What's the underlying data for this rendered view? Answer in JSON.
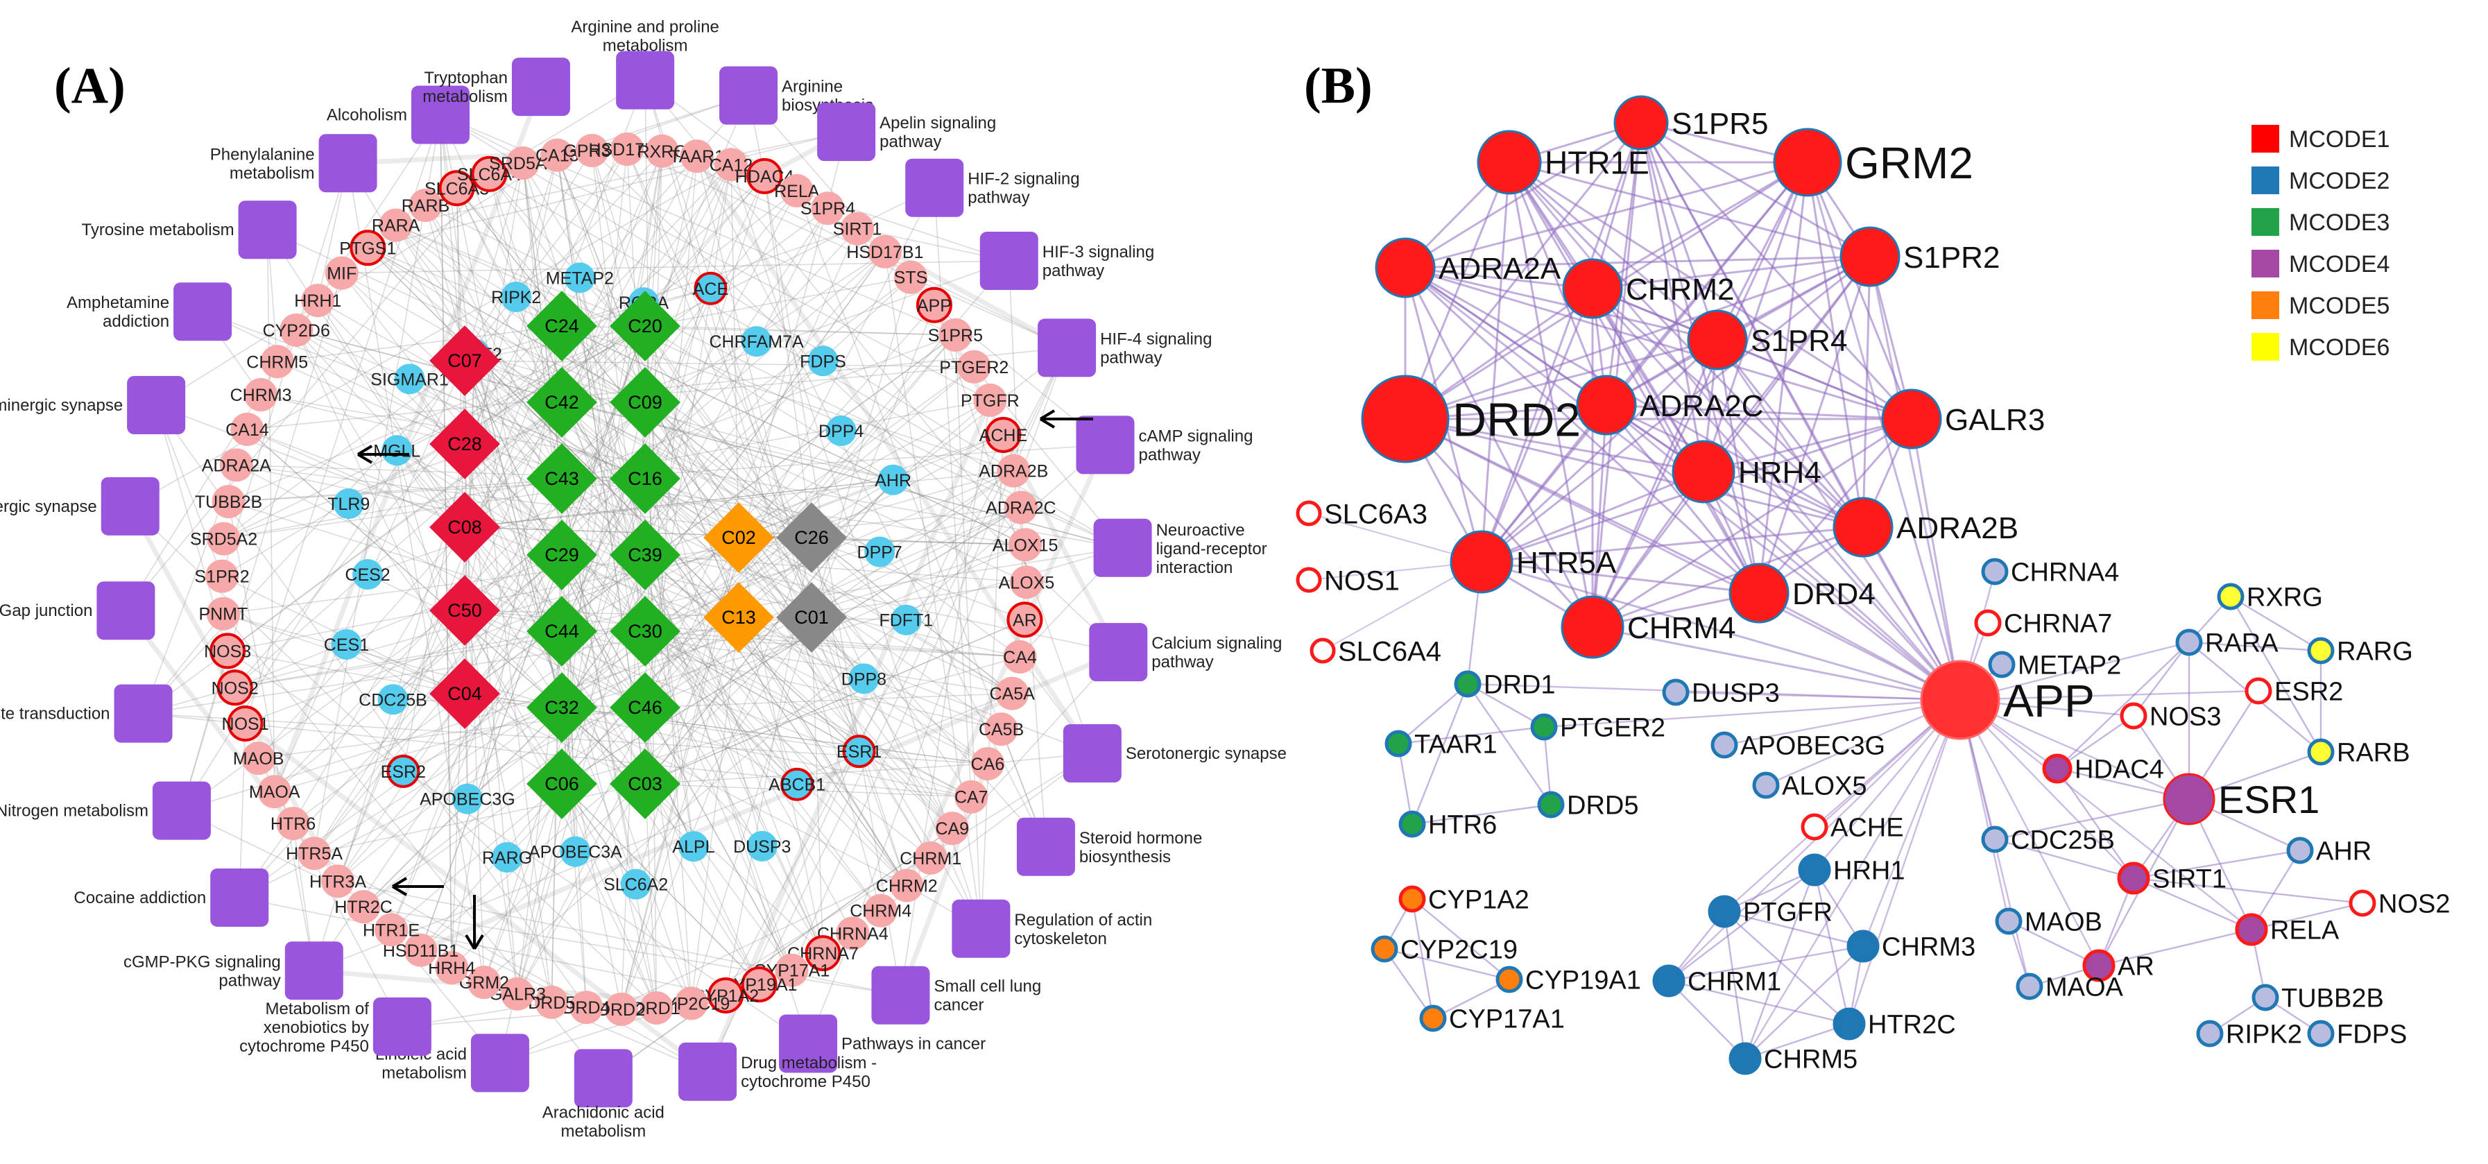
{
  "panel_a": {
    "title": "(A)",
    "pathways": [
      "Alcoholism",
      "Tryptophan metabolism",
      "Arginine and proline metabolism",
      "Arginine biosynthesis",
      "Apelin signaling pathway",
      "HIF-2 signaling pathway",
      "HIF-3 signaling pathway",
      "HIF-4 signaling pathway",
      "cAMP signaling pathway",
      "Neuroactive ligand-receptor interaction",
      "Calcium signaling pathway",
      "Serotonergic synapse",
      "Steroid hormone biosynthesis",
      "Regulation of actin cytoskeleton",
      "Small cell lung cancer",
      "Pathways in cancer",
      "Drug metabolism - cytochrome P450",
      "Arachidonic acid metabolism",
      "Linoleic acid metabolism",
      "Metabolism of xenobiotics by cytochrome P450",
      "cGMP-PKG signaling pathway",
      "Cocaine addiction",
      "Nitrogen metabolism",
      "Taste transduction",
      "Gap junction",
      "Cholinergic synapse",
      "Dopaminergic synapse",
      "Amphetamine addiction",
      "Tyrosine metabolism",
      "Phenylalanine metabolism"
    ],
    "ring_genes": [
      "PTGS1",
      "RARA",
      "RARB",
      "SLC6A3",
      "SLC6A4",
      "SRD5A1",
      "CA13",
      "GPR35",
      "HSD17B3",
      "RXRG",
      "TAAR1",
      "CA12",
      "HDAC4",
      "RELA",
      "S1PR4",
      "SIRT1",
      "HSD17B1",
      "STS",
      "APP",
      "S1PR5",
      "PTGER2",
      "PTGFR",
      "ACHE",
      "ADRA2B",
      "ADRA2C",
      "ALOX15",
      "ALOX5",
      "AR",
      "CA4",
      "CA5A",
      "CA5B",
      "CA6",
      "CA7",
      "CA9",
      "CHRM1",
      "CHRM2",
      "CHRM4",
      "CHRNA4",
      "CHRNA7",
      "CYP17A1",
      "CYP19A1",
      "CYP1A2",
      "CYP2C19",
      "DRD1",
      "DRD2",
      "DRD4",
      "DRD5",
      "GALR3",
      "GRM2",
      "HRH4",
      "HSD11B1",
      "HTR1E",
      "HTR2C",
      "HTR3A",
      "HTR5A",
      "HTR6",
      "MAOA",
      "MAOB",
      "NOS1",
      "NOS2",
      "NOS3",
      "PNMT",
      "S1PR2",
      "SRD5A2",
      "TUBB2B",
      "ADRA2A",
      "CA14",
      "CHRM3",
      "CHRM5",
      "CYP2D6",
      "HRH1",
      "MIF"
    ],
    "inner_targets": [
      "METAP2",
      "RORA",
      "ACE",
      "CHRFAM7A",
      "FDPS",
      "DPP4",
      "AHR",
      "DPP7",
      "FDFT1",
      "DPP8",
      "ESR1",
      "ABCB1",
      "DUSP3",
      "ALPL",
      "SLC6A2",
      "APOBEC3A",
      "RARG",
      "APOBEC3G",
      "ESR2",
      "CDC25B",
      "CES1",
      "CES2",
      "TLR9",
      "MGLL",
      "SIGMAR1",
      "NR2F2",
      "RIPK2"
    ],
    "compounds_red": [
      "C07",
      "C28",
      "C08",
      "C50",
      "C04"
    ],
    "compounds_green": [
      "C24",
      "C20",
      "C42",
      "C09",
      "C43",
      "C16",
      "C29",
      "C39",
      "C44",
      "C30",
      "C32",
      "C46",
      "C06",
      "C03"
    ],
    "compounds_orange": [
      "C02",
      "C13"
    ],
    "compounds_gray": [
      "C26",
      "C01"
    ]
  },
  "panel_b": {
    "title": "(B)",
    "legend": [
      {
        "label": "MCODE1",
        "color": "#ff0000"
      },
      {
        "label": "MCODE2",
        "color": "#1f77b4"
      },
      {
        "label": "MCODE3",
        "color": "#22a34a"
      },
      {
        "label": "MCODE4",
        "color": "#a349a4"
      },
      {
        "label": "MCODE5",
        "color": "#ff7f0e"
      },
      {
        "label": "MCODE6",
        "color": "#ffff00"
      }
    ],
    "nodes": [
      "S1PR5",
      "HTR1E",
      "GRM2",
      "S1PR2",
      "ADRA2A",
      "CHRM2",
      "S1PR4",
      "DRD2",
      "ADRA2C",
      "GALR3",
      "HRH4",
      "ADRA2B",
      "HTR5A",
      "DRD4",
      "CHRM4",
      "APP",
      "SLC6A3",
      "NOS1",
      "SLC6A4",
      "CHRNA4",
      "CHRNA7",
      "METAP2",
      "DUSP3",
      "APOBEC3G",
      "ALOX5",
      "ACHE",
      "DRD1",
      "PTGER2",
      "TAAR1",
      "DRD5",
      "HTR6",
      "RXRG",
      "RARA",
      "RARG",
      "ESR2",
      "NOS3",
      "RARB",
      "HDAC4",
      "ESR1",
      "CDC25B",
      "AHR",
      "SIRT1",
      "NOS2",
      "MAOB",
      "RELA",
      "AR",
      "MAOA",
      "TUBB2B",
      "RIPK2",
      "FDPS",
      "CYP1A2",
      "CYP2C19",
      "CYP19A1",
      "CYP17A1",
      "HRH1",
      "PTGFR",
      "CHRM3",
      "CHRM1",
      "HTR2C",
      "CHRM5"
    ]
  }
}
